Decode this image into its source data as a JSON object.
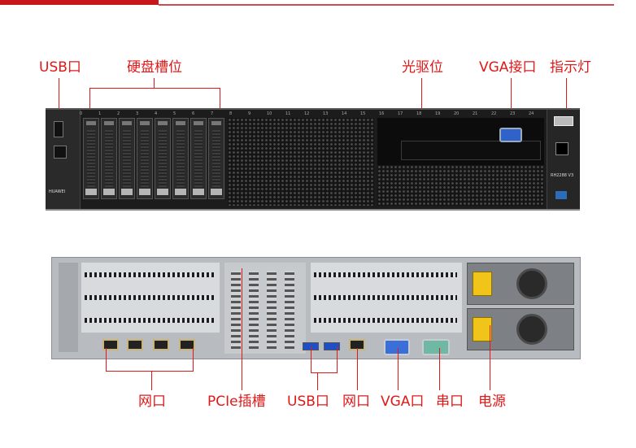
{
  "labels": {
    "front_usb": "USB口",
    "front_hdd": "硬盘槽位",
    "front_odd": "光驱位",
    "front_vga": "VGA接口",
    "front_indicator": "指示灯",
    "rear_network": "网口",
    "rear_pcie": "PCIe插槽",
    "rear_usb": "USB口",
    "rear_network2": "网口",
    "rear_vga": "VGA口",
    "rear_serial": "串口",
    "rear_power": "电源"
  },
  "front_panel": {
    "brand": "HUAWEI",
    "model": "RH2288 V3",
    "bay_numbers": [
      "0",
      "1",
      "2",
      "3",
      "4",
      "5",
      "6",
      "7",
      "8",
      "9",
      "10",
      "11",
      "12",
      "13",
      "14",
      "15",
      "16",
      "17",
      "18",
      "19",
      "20",
      "21",
      "22",
      "23",
      "24"
    ]
  },
  "colors": {
    "label": "#e01818",
    "accent_bar": "#c8161d"
  }
}
